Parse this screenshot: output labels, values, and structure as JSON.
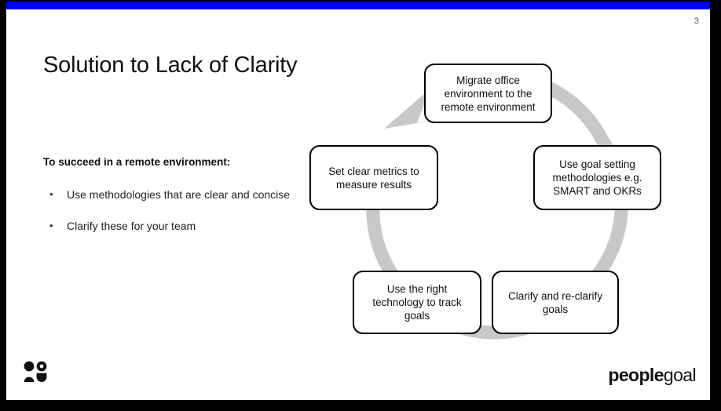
{
  "slide": {
    "page_number": "3",
    "title": "Solution to Lack of Clarity",
    "accent_color": "#0000FF",
    "frame_color": "#000000",
    "background_color": "#FFFFFF"
  },
  "left_column": {
    "intro": "To succeed in a remote environment:",
    "bullet_marker": "•",
    "bullets": [
      {
        "text": "Use methodologies that are clear and concise"
      },
      {
        "text": "Clarify these for your team"
      }
    ]
  },
  "cycle_diagram": {
    "ring_color": "#C8C8C8",
    "node_border_color": "#000000",
    "direction": "clockwise",
    "nodes": [
      {
        "id": "migrate",
        "label": "Migrate office environment to the remote environment"
      },
      {
        "id": "goal-setting",
        "label": "Use goal setting methodologies e.g. SMART and OKRs"
      },
      {
        "id": "clarify",
        "label": "Clarify and re-clarify goals"
      },
      {
        "id": "technology",
        "label": "Use the right technology to track goals"
      },
      {
        "id": "metrics",
        "label": "Set clear metrics to measure results"
      }
    ]
  },
  "footer": {
    "logo_mark_name": "people-logo-icon",
    "wordmark_bold": "people",
    "wordmark_light": "goal"
  }
}
